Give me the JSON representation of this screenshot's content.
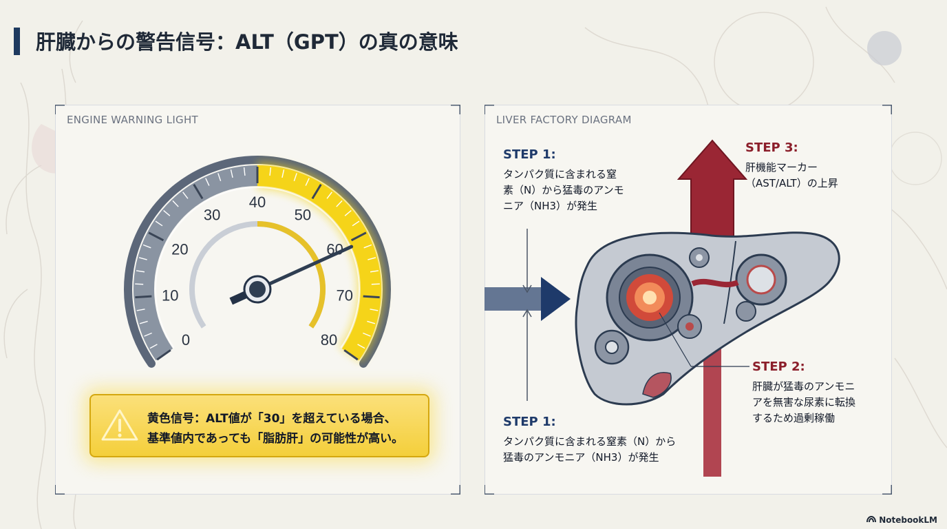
{
  "title": "肝臓からの警告信号：ALT（GPT）の真の意味",
  "left_panel": {
    "label": "ENGINE WARNING LIGHT",
    "gauge": {
      "tick_labels": [
        "0",
        "10",
        "20",
        "30",
        "40",
        "50",
        "60",
        "70",
        "80"
      ],
      "min": 0,
      "max": 80,
      "warning_start": 40,
      "needle_value": 61,
      "colors": {
        "normal": "#8a94a2",
        "warning": "#f5d419",
        "needle": "#2f3e52"
      }
    },
    "warning": {
      "icon": "warning-triangle-icon",
      "line1": "黄色信号：ALT値が「30」を超えている場合、",
      "line2": "基準値内であっても「脂肪肝」の可能性が高い。"
    }
  },
  "right_panel": {
    "label": "LIVER FACTORY DIAGRAM",
    "step1_top": {
      "title": "STEP 1:",
      "lines": [
        "タンパク質に含まれる窒",
        "素（N）から猛毒のアンモ",
        "ニア（NH3）が発生"
      ]
    },
    "step3": {
      "title": "STEP 3:",
      "lines": [
        "肝機能マーカー",
        "（AST/ALT）の上昇"
      ]
    },
    "step2": {
      "title": "STEP 2:",
      "lines": [
        "肝臓が猛毒のアンモニ",
        "アを無害な尿素に転換",
        "するため過剰稼働"
      ]
    },
    "step1_bottom": {
      "title": "STEP 1:",
      "lines": [
        "タンパク質に含まれる窒素（N）から",
        "猛毒のアンモニア（NH3）が発生"
      ]
    },
    "colors": {
      "input_arrow": "#1e3a6a",
      "output_arrow": "#8b1e2a",
      "liver": "#c8cdd4"
    }
  },
  "brand": "NotebookLM"
}
